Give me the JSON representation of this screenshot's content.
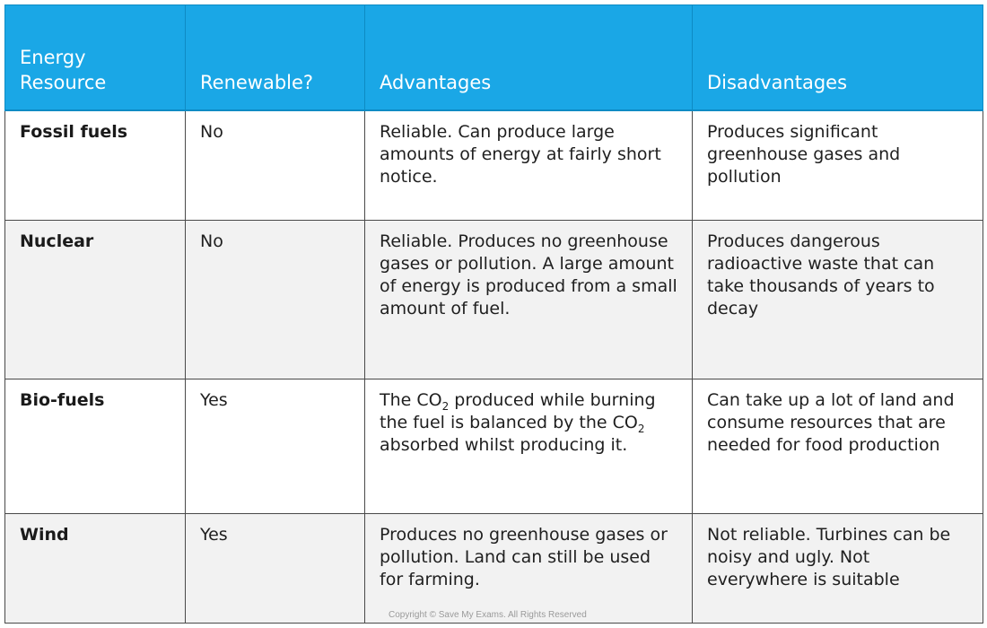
{
  "table": {
    "headers": [
      "Energy Resource",
      "Renewable?",
      "Advantages",
      "Disadvantages"
    ],
    "rows": [
      {
        "resource": "Fossil fuels",
        "renewable": "No",
        "advantages": "Reliable. Can produce large amounts of energy at fairly short notice.",
        "disadvantages": "Produces significant greenhouse gases and pollution"
      },
      {
        "resource": "Nuclear",
        "renewable": "No",
        "advantages": "Reliable. Produces no greenhouse gases or pollution. A large amount of energy is produced from a small amount of fuel.",
        "disadvantages": "Produces dangerous radioactive waste that can take thousands of years to decay"
      },
      {
        "resource": "Bio-fuels",
        "renewable": "Yes",
        "advantages_parts": [
          "The CO",
          "2",
          " produced while burning the fuel is balanced by the CO",
          "2",
          " absorbed whilst producing it."
        ],
        "disadvantages": "Can take up a lot of land and consume resources that are needed for food production"
      },
      {
        "resource": "Wind",
        "renewable": "Yes",
        "advantages": "Produces no greenhouse gases or pollution. Land can still be used for farming.",
        "disadvantages": "Not reliable. Turbines can be noisy and ugly. Not everywhere is suitable"
      }
    ]
  },
  "colors": {
    "header_bg": "#1aa7e6",
    "header_text": "#ffffff",
    "alt_row_bg": "#f2f2f2",
    "border": "#4a4a4a"
  },
  "copyright": "Copyright © Save My Exams. All Rights Reserved"
}
